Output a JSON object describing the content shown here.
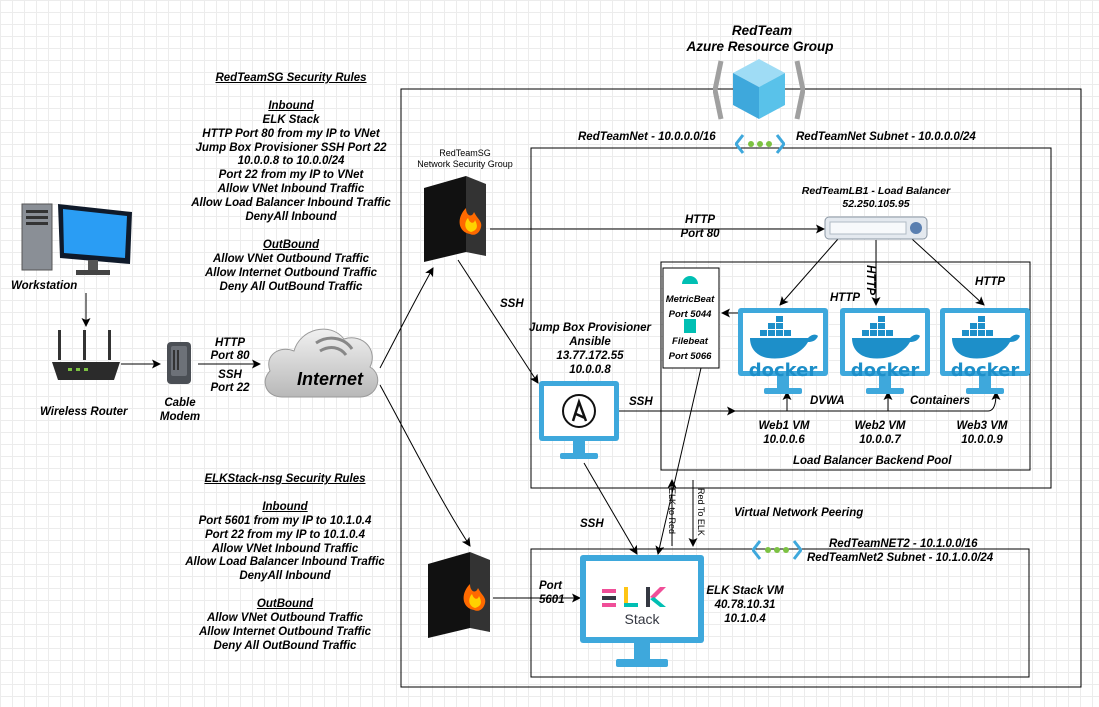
{
  "title": {
    "line1": "RedTeam",
    "line2": "Azure Resource Group"
  },
  "networks": {
    "redteamnet": "RedTeamNet - 10.0.0.0/16",
    "redteamnet_subnet": "RedTeamNet Subnet - 10.0.0.0/24",
    "redteamnet2": "RedTeamNET2 - 10.1.0.0/16",
    "redteamnet2_subnet": "RedTeamNet2 Subnet - 10.1.0.0/24",
    "peering": "Virtual Network Peering",
    "backend_pool": "Load Balancer Backend Pool"
  },
  "redteamsg_rules": {
    "heading": "RedTeamSG Security Rules",
    "inbound_heading": "Inbound",
    "inbound": [
      "ELK Stack",
      "HTTP Port 80 from my IP to VNet",
      "Jump Box Provisioner SSH Port 22",
      "10.0.0.8 to 10.0.0/24",
      "Port 22 from my IP to VNet",
      "Allow VNet Inbound Traffic",
      "Allow Load Balancer Inbound Traffic",
      "DenyAll Inbound"
    ],
    "outbound_heading": "OutBound",
    "outbound": [
      "Allow VNet Outbound Traffic",
      "Allow Internet Outbound Traffic",
      "Deny All OutBound Traffic"
    ]
  },
  "elk_rules": {
    "heading": "ELKStack-nsg Security Rules",
    "inbound_heading": "Inbound",
    "inbound": [
      "Port 5601 from my IP to 10.1.0.4",
      "Port 22 from my IP to 10.1.0.4",
      "Allow VNet Inbound Traffic",
      "Allow Load Balancer Inbound Traffic",
      "DenyAll Inbound"
    ],
    "outbound_heading": "OutBound",
    "outbound": [
      "Allow VNet Outbound Traffic",
      "Allow Internet Outbound Traffic",
      "Deny All OutBound Traffic"
    ]
  },
  "nodes": {
    "workstation": "Workstation",
    "router": "Wireless Router",
    "modem": [
      "Cable",
      "Modem"
    ],
    "internet": "Internet",
    "nsg": [
      "RedTeamSG",
      "Network Security Group"
    ],
    "lb": [
      "RedTeamLB1 - Load Balancer",
      "52.250.105.95"
    ],
    "jumpbox": [
      "Jump Box Provisioner",
      "Ansible",
      "13.77.172.55",
      "10.0.0.8"
    ],
    "metricbeat": [
      "MetricBeat",
      "Port 5044"
    ],
    "filebeat": [
      "Filebeat",
      "Port 5066"
    ],
    "docker_word": "docker",
    "web1": [
      "Web1 VM",
      "10.0.0.6"
    ],
    "web2": [
      "Web2 VM",
      "10.0.0.7"
    ],
    "web3": [
      "Web3 VM",
      "10.0.0.9"
    ],
    "dvwa": "DVWA",
    "containers": "Containers",
    "elk_vm": [
      "ELK Stack VM",
      "40.78.10.31",
      "10.1.0.4"
    ],
    "elk_logo": "Stack"
  },
  "edge_labels": {
    "http80": [
      "HTTP",
      "Port 80"
    ],
    "ssh22": [
      "SSH",
      "Port 22"
    ],
    "nsg_lb": [
      "HTTP",
      "Port 80"
    ],
    "ssh_jump": "SSH",
    "ssh_web": "SSH",
    "ssh_elk": "SSH",
    "http_lb1": "HTTP",
    "http_lb2": "HTTP",
    "http_lb3": "HTTP",
    "port5601": [
      "Port",
      "5601"
    ],
    "elk_to_red": "ELK to Red",
    "red_to_elk": "Red To ELK"
  },
  "colors": {
    "azure_blue": "#3ea8dc",
    "docker_blue": "#1d8fc9",
    "firewall": "#1a1a1a",
    "flame": "#ff6a00",
    "elk_pink": "#f04e98",
    "elk_yellow": "#fec514",
    "elk_teal": "#00bfb3"
  }
}
